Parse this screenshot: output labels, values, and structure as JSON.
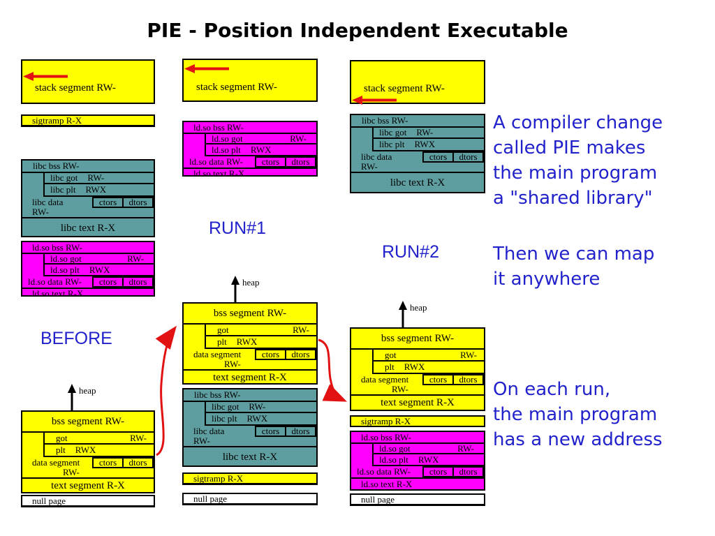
{
  "title": "PIE - Position Independent Executable",
  "labels": {
    "before": "BEFORE",
    "run1": "RUN#1",
    "run2": "RUN#2",
    "heap": "heap"
  },
  "annotations": {
    "compiler": [
      "A compiler change",
      "called PIE makes",
      "the main program",
      "a \"shared library\""
    ],
    "map": [
      "Then we can map",
      "it anywhere"
    ],
    "run": [
      "On each run,",
      "the main program",
      "has a new address"
    ]
  },
  "segments": {
    "stack": {
      "label": "stack segment RW-"
    },
    "sigtramp": {
      "label": "sigtramp R-X"
    },
    "nullpage": {
      "label": "null page"
    },
    "libc": {
      "bss": "libc bss RW-",
      "got": "libc got",
      "got_perm": "RW-",
      "plt": "libc plt",
      "plt_perm": "RWX",
      "data_line1": "libc data",
      "data_line2": "RW-",
      "ctors": "ctors",
      "dtors": "dtors",
      "text": "libc text R-X"
    },
    "ldso": {
      "bss": "ld.so bss RW-",
      "got": "ld.so got",
      "got_perm": "RW-",
      "plt": "ld.so plt",
      "plt_perm": "RWX",
      "data": "ld.so data RW-",
      "ctors": "ctors",
      "dtors": "dtors",
      "text": "ld.so text R-X"
    },
    "main": {
      "bss": "bss segment RW-",
      "got": "got",
      "got_perm": "RW-",
      "plt": "plt",
      "plt_perm": "RWX",
      "data_line1": "data segment",
      "data_line2": "RW-",
      "ctors": "ctors",
      "dtors": "dtors",
      "text": "text segment R-X"
    }
  },
  "colors": {
    "yellow": "#ffff00",
    "teal": "#5f9ea0",
    "magenta": "#ff00ff",
    "white": "#ffffff",
    "arrow_red": "#e31212",
    "text_blue": "#2222cc",
    "black": "#000000"
  }
}
